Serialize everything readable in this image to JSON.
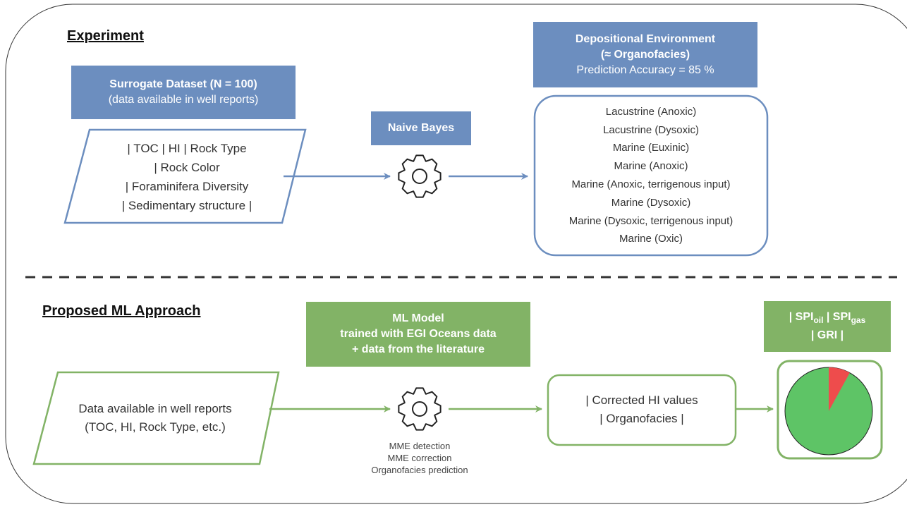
{
  "experiment": {
    "heading": "Experiment",
    "surrogate": {
      "title": "Surrogate Dataset (N = 100)",
      "subtitle": "(data available in well reports)"
    },
    "inputs": [
      "| TOC | HI | Rock Type",
      "| Rock Color",
      "| Foraminifera Diversity",
      "| Sedimentary structure |"
    ],
    "model_label": "Naive Bayes",
    "depositional": {
      "title_line1": "Depositional Environment",
      "title_line2": "(≈ Organofacies)",
      "accuracy": "Prediction Accuracy = 85 %"
    },
    "classes": [
      "Lacustrine (Anoxic)",
      "Lacustrine (Dysoxic)",
      "Marine (Euxinic)",
      "Marine (Anoxic)",
      "Marine (Anoxic, terrigenous input)",
      "Marine (Dysoxic)",
      "Marine (Dysoxic, terrigenous input)",
      "Marine (Oxic)"
    ]
  },
  "proposed": {
    "heading": "Proposed ML Approach",
    "model_box": [
      "ML Model",
      "trained with EGI Oceans data",
      "+ data from the literature"
    ],
    "input_lines": [
      "Data available in well reports",
      "(TOC, HI, Rock Type, etc.)"
    ],
    "gear_caption": [
      "MME detection",
      "MME correction",
      "Organofacies prediction"
    ],
    "output_lines": [
      "| Corrected HI values",
      "| Organofacies |"
    ],
    "spi": {
      "bar1": "| SPI",
      "oil_sub": "oil",
      "bar2": " | SPI",
      "gas_sub": "gas",
      "gri": "| GRI |"
    },
    "pie": {
      "green_fraction": 0.92,
      "red_fraction": 0.08,
      "green": "#5ec466",
      "red": "#ee4c4c"
    }
  },
  "colors": {
    "blue": "#6c8ebf",
    "green": "#82b366",
    "frame": "#333333"
  }
}
